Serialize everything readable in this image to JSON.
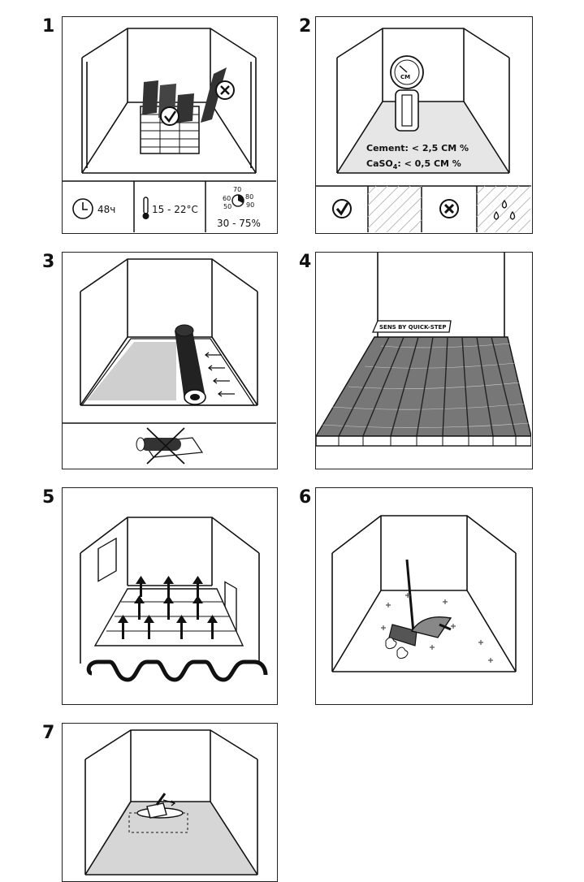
{
  "steps": [
    {
      "number": "1",
      "time": "48ч",
      "temperature": "15 - 22°C",
      "humidity_range": "30 - 75%",
      "dial_labels": [
        "60",
        "70",
        "80",
        "50",
        "90"
      ]
    },
    {
      "number": "2",
      "meter_label": "CM",
      "cement": "Cement: < 2,5 CM %",
      "caso4_prefix": "CaSO",
      "caso4_sub": "4",
      "caso4_suffix": ": < 0,5 CM %"
    },
    {
      "number": "3"
    },
    {
      "number": "4",
      "sign": "SENS BY QUICK-STEP"
    },
    {
      "number": "5"
    },
    {
      "number": "6"
    },
    {
      "number": "7"
    }
  ]
}
